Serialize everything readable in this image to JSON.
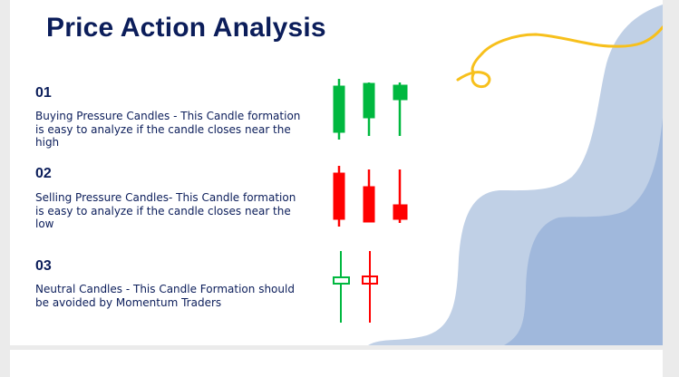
{
  "slide": {
    "title": "Price Action Analysis",
    "items": [
      {
        "number": "01",
        "text": "Buying Pressure Candles - This Candle formation is easy to analyze if the candle closes near the high"
      },
      {
        "number": "02",
        "text": "Selling Pressure Candles- This Candle formation is easy to analyze if the candle closes near the low"
      },
      {
        "number": "03",
        "text": "Neutral Candles - This Candle Formation should be avoided by Momentum Traders"
      }
    ]
  },
  "colors": {
    "navy": "#0b1d5a",
    "bull": "#00b83f",
    "bear": "#ff0000",
    "wave_light": "#c0d0e6",
    "wave_dark": "#a0b8dc",
    "accent": "#f7c01c"
  }
}
